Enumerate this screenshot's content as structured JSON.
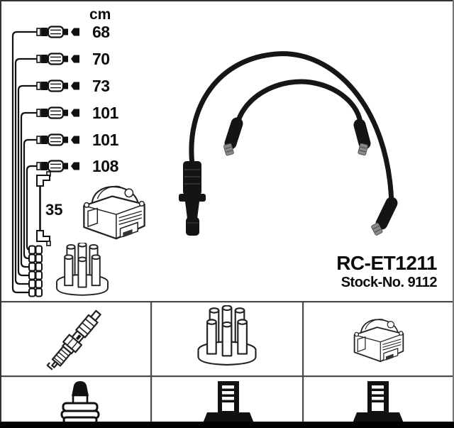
{
  "product": {
    "part_number": "RC-ET1211",
    "stock_number_label": "Stock-No. 9112"
  },
  "diagram": {
    "unit_header": "cm",
    "cable_lengths_cm": [
      "68",
      "70",
      "73",
      "101",
      "101",
      "108"
    ],
    "coil_wire_length_cm": "35",
    "component_icons": [
      "ignition-lead-set",
      "ignition-coil",
      "distributor-cap",
      "lead-connectors"
    ]
  },
  "photo": {
    "icon": "ignition-leads-photo"
  },
  "legend": {
    "row1_icons": [
      "spark-plug",
      "distributor-cap",
      "ignition-coil"
    ],
    "row2_icons": [
      "terminal-sae",
      "terminal-m4",
      "terminal-m4"
    ]
  },
  "colors": {
    "background": "#ffffff",
    "line_art": "#1a1a1a",
    "divider": "#4a4a4a",
    "bottom_bar": "#000000",
    "photo_black": "#161616"
  }
}
